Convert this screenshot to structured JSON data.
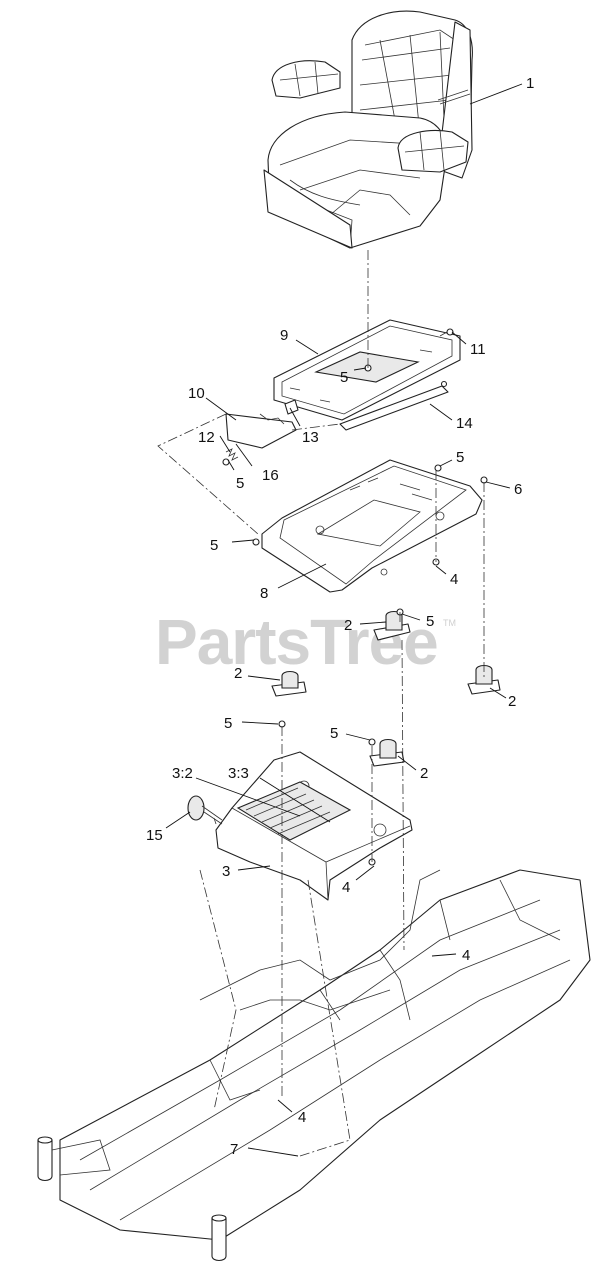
{
  "watermark": {
    "text": "PartsTree",
    "mark": "TM"
  },
  "callouts": [
    {
      "id": "c1",
      "label": "1"
    },
    {
      "id": "c9",
      "label": "9"
    },
    {
      "id": "c11",
      "label": "11"
    },
    {
      "id": "c5a",
      "label": "5"
    },
    {
      "id": "c10",
      "label": "10"
    },
    {
      "id": "c13",
      "label": "13"
    },
    {
      "id": "c14",
      "label": "14"
    },
    {
      "id": "c12",
      "label": "12"
    },
    {
      "id": "c16",
      "label": "16"
    },
    {
      "id": "c5b",
      "label": "5"
    },
    {
      "id": "c5c",
      "label": "5"
    },
    {
      "id": "c6",
      "label": "6"
    },
    {
      "id": "c5d",
      "label": "5"
    },
    {
      "id": "c4a",
      "label": "4"
    },
    {
      "id": "c8",
      "label": "8"
    },
    {
      "id": "c2a",
      "label": "2"
    },
    {
      "id": "c5e",
      "label": "5"
    },
    {
      "id": "c2b",
      "label": "2"
    },
    {
      "id": "c2c",
      "label": "2"
    },
    {
      "id": "c5f",
      "label": "5"
    },
    {
      "id": "c5g",
      "label": "5"
    },
    {
      "id": "c2d",
      "label": "2"
    },
    {
      "id": "c32",
      "label": "3:2"
    },
    {
      "id": "c33",
      "label": "3:3"
    },
    {
      "id": "c15",
      "label": "15"
    },
    {
      "id": "c3",
      "label": "3"
    },
    {
      "id": "c4b",
      "label": "4"
    },
    {
      "id": "c4c",
      "label": "4"
    },
    {
      "id": "c4d",
      "label": "4"
    },
    {
      "id": "c7",
      "label": "7"
    }
  ]
}
